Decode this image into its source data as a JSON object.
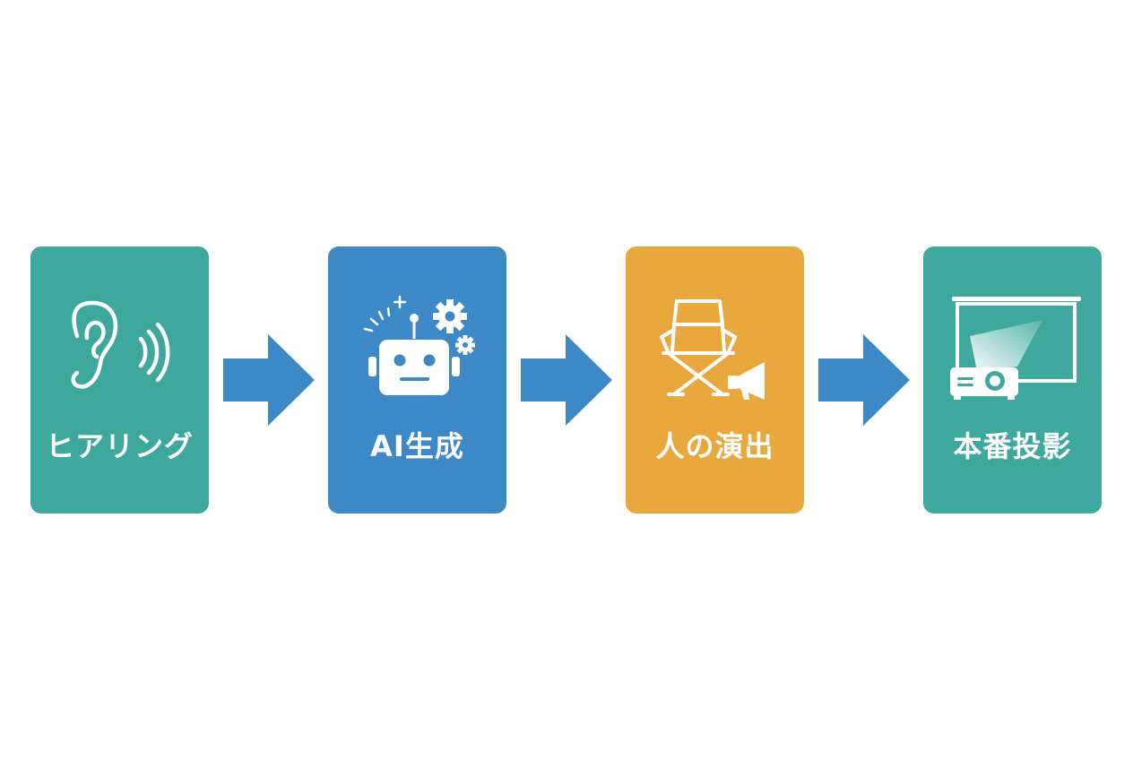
{
  "colors": {
    "teal": "#3ea89f",
    "blue": "#3d88c6",
    "orange": "#e9a83e",
    "arrow": "#3d88c6",
    "white": "#ffffff"
  },
  "steps": [
    {
      "label": "ヒアリング",
      "icon": "ear-icon",
      "color": "#3ea89f"
    },
    {
      "label": "AI生成",
      "icon": "robot-icon",
      "color": "#3d88c6"
    },
    {
      "label": "人の演出",
      "icon": "director-chair-icon",
      "color": "#e9a83e"
    },
    {
      "label": "本番投影",
      "icon": "projector-icon",
      "color": "#3ea89f"
    }
  ]
}
